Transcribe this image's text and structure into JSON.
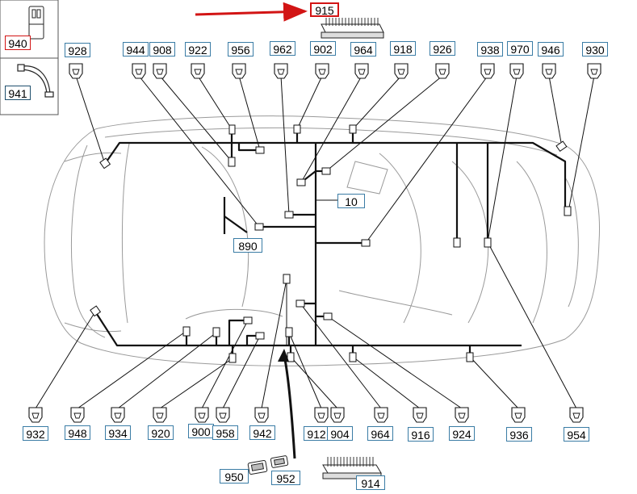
{
  "callouts": {
    "c928": "928",
    "c944": "944",
    "c908": "908",
    "c922": "922",
    "c956t": "956",
    "c962": "962",
    "c902": "902",
    "c964t": "964",
    "c918": "918",
    "c926": "926",
    "c938": "938",
    "c970": "970",
    "c946": "946",
    "c930": "930",
    "c915": "915",
    "c940": "940",
    "c941": "941",
    "c10": "10",
    "c890": "890",
    "c932": "932",
    "c948": "948",
    "c934": "934",
    "c920": "920",
    "c900": "900",
    "c958": "958",
    "c942": "942",
    "c912": "912",
    "c904": "904",
    "c964b": "964",
    "c916": "916",
    "c924": "924",
    "c936": "936",
    "c954": "954",
    "c950": "950",
    "c952": "952",
    "c914": "914"
  },
  "colors": {
    "highlight": "#d21414",
    "label_border": "#3a7ca5",
    "wire": "#111111",
    "outline": "#9a9a9a"
  }
}
